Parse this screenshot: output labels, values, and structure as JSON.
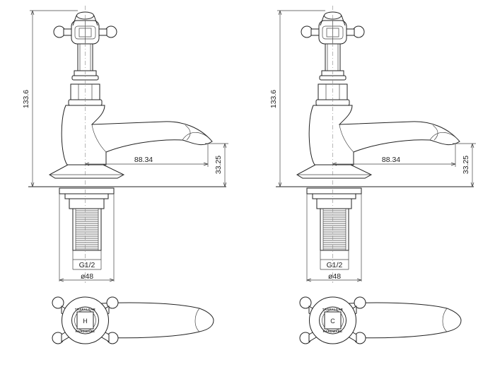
{
  "drawings": [
    {
      "id": "hot",
      "height_dim": "133.6",
      "spout_reach_dim": "88.34",
      "spout_height_dim": "33.25",
      "thread_label": "G1/2",
      "base_dia_label": "ø48",
      "indicator_letter": "H",
      "badge_top_text": "TRAFALGAR",
      "badge_bottom_text": "HARDWARE"
    },
    {
      "id": "cold",
      "height_dim": "133.6",
      "spout_reach_dim": "88.34",
      "spout_height_dim": "33.25",
      "thread_label": "G1/2",
      "base_dia_label": "ø48",
      "indicator_letter": "C",
      "badge_top_text": "TRAFALGAR",
      "badge_bottom_text": "HARDWARE"
    }
  ]
}
